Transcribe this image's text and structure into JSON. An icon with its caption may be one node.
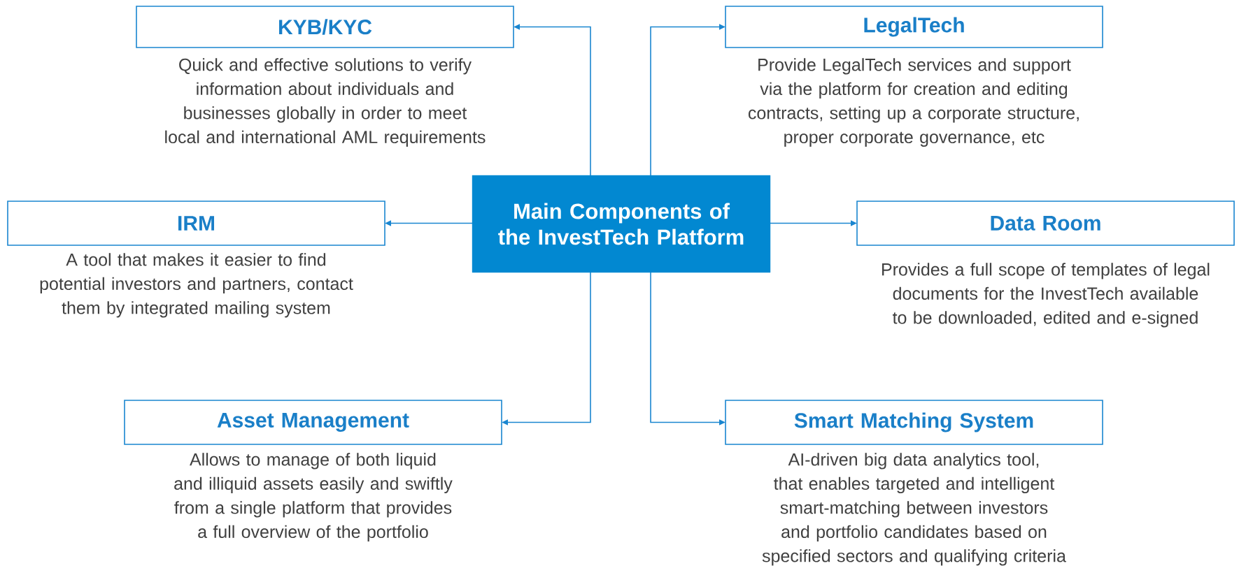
{
  "diagram": {
    "nodes": [
      {
        "text": [
          "KYB/KYC"
        ],
        "beside": [
          "Quick and effective solutions to verify information about individuals and businesses globally in order to meet local and international AML requirements"
        ]
      },
      {
        "text": [
          "LegalTech"
        ],
        "beside": [
          "Provide LegalTech services and support via the platform for creation and editing contracts, setting up a corporate structure, proper corporate governance, etc"
        ]
      },
      {
        "text": [
          "Main Components of the InvestTech Platform"
        ]
      },
      {
        "text": [
          "IRM"
        ],
        "beside": [
          "A tool that makes it easier to find potential investors and partners, contact them by integrated mailing system"
        ]
      },
      {
        "text": [
          "Data Room"
        ],
        "beside": [
          "Provides a full scope of templates of legal documents for the InvestTech available to be downloaded, edited and e-signed"
        ]
      },
      {
        "text": [
          "Asset Management"
        ],
        "beside": [
          "Allows to manage of both liquid and illiquid assets easily and swiftly from a single platform that provides a full overview of the portfolio"
        ]
      },
      {
        "text": [
          "Smart Matching System"
        ],
        "beside": [
          "AI-driven big data analytics tool, that enables targeted and intelligent smart-matching between investors and portfolio candidates based on specified sectors and qualifying criteria"
        ]
      }
    ],
    "edges": [
      {
        "from": 2,
        "to": 0,
        "arrow": "to"
      },
      {
        "from": 2,
        "to": 1,
        "arrow": "to"
      },
      {
        "from": 2,
        "to": 3,
        "arrow": "to"
      },
      {
        "from": 2,
        "to": 4,
        "arrow": "to"
      },
      {
        "from": 2,
        "to": 5,
        "arrow": "to"
      },
      {
        "from": 2,
        "to": 6,
        "arrow": "to"
      }
    ]
  }
}
